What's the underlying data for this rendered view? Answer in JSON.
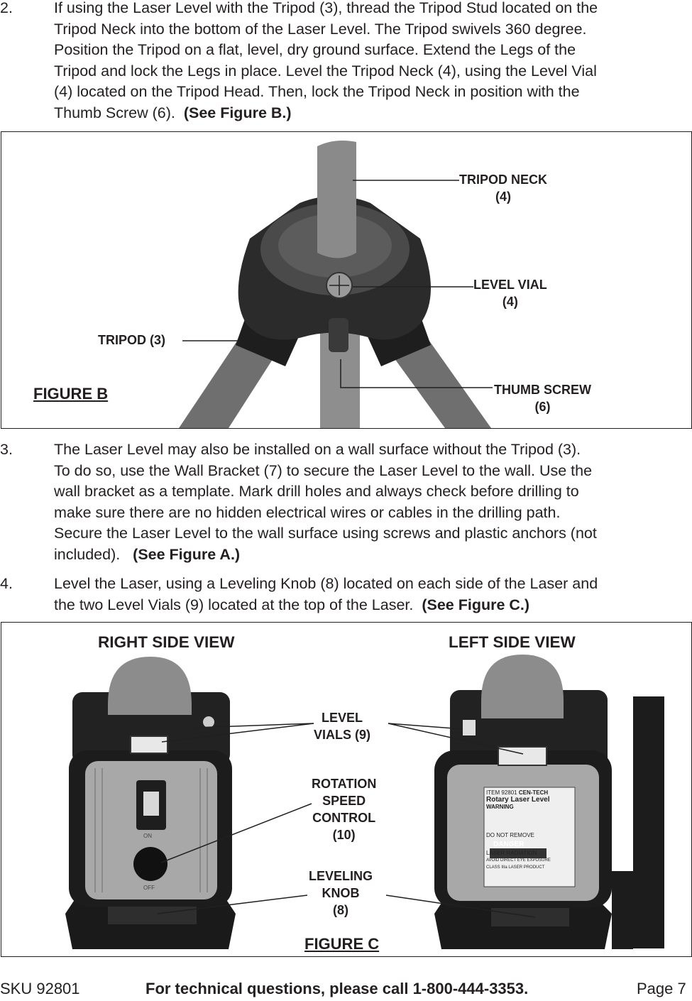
{
  "step2": {
    "number": "2.",
    "lines": [
      "If using the Laser Level with the Tripod (3), thread the Tripod Stud located on the",
      "Tripod Neck into the bottom of the Laser Level.  The Tripod swivels 360 degree.",
      "Position the Tripod on a flat, level, dry ground surface.  Extend the Legs of the",
      "Tripod and lock the Legs in place.  Level the Tripod Neck (4), using the Level Vial",
      "(4) located on the Tripod Head.   Then, lock the Tripod Neck in position with the",
      "Thumb Screw (6)."
    ],
    "ref": "(See Figure B.)"
  },
  "figure_b": {
    "title": "FIGURE B",
    "labels": {
      "tripod_neck": [
        "TRIPOD NECK",
        "(4)"
      ],
      "level_vial": [
        "LEVEL VIAL",
        "(4)"
      ],
      "tripod": "TRIPOD (3)",
      "thumb_screw": [
        "THUMB SCREW",
        "(6)"
      ]
    }
  },
  "step3": {
    "number": "3.",
    "lines": [
      "The Laser Level may also be installed on a wall surface without the Tripod (3).",
      "To do so, use the Wall Bracket (7) to secure the Laser Level to the wall.  Use the",
      "wall bracket as a template.  Mark drill holes and always check before drilling to",
      "make sure there are no hidden electrical wires or cables in the drilling path.",
      "Secure the Laser Level to the wall surface using screws and plastic anchors (not",
      "included)."
    ],
    "ref": "(See Figure A.)"
  },
  "step4": {
    "number": "4.",
    "lines": [
      "Level the Laser, using a Leveling Knob (8) located on each side of the Laser and",
      "the two Level Vials (9) located at the top of the Laser."
    ],
    "ref": "(See Figure C.)"
  },
  "figure_c": {
    "title": "FIGURE C",
    "right_view": "RIGHT SIDE VIEW",
    "left_view": "LEFT SIDE VIEW",
    "labels": {
      "level_vials": [
        "LEVEL",
        "VIALS (9)"
      ],
      "rotation_speed": [
        "ROTATION",
        "SPEED",
        "CONTROL",
        "(10)"
      ],
      "leveling_knob": [
        "LEVELING",
        "KNOB",
        "(8)"
      ]
    },
    "switch": {
      "on": "ON",
      "off": "OFF"
    },
    "product_label": {
      "item": "ITEM",
      "sku": "92801",
      "brand": "CEN-TECH",
      "product": "Rotary Laser Level",
      "warning": "WARNING",
      "do_not_remove": "DO NOT REMOVE",
      "danger": "DANGER",
      "radiation": "LASER RADIATION",
      "avoid": "AVOID DIRECT EYE EXPOSURE",
      "class": "CLASS IIIa LASER PRODUCT"
    }
  },
  "footer": {
    "sku": "SKU 92801",
    "help": "For technical questions, please call 1-800-444-3353.",
    "page": "Page 7"
  }
}
